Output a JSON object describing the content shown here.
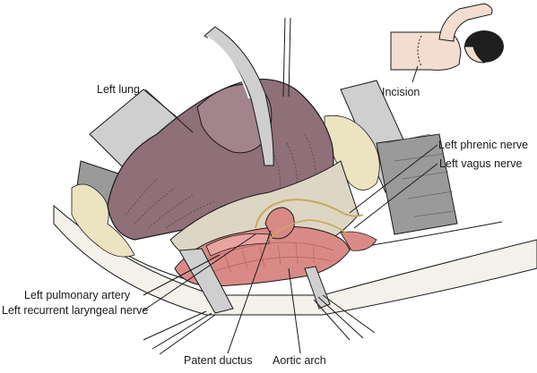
{
  "figure": {
    "labels": {
      "left_lung": "Left lung",
      "incision": "Incision",
      "left_phrenic_nerve": "Left phrenic nerve",
      "left_vagus_nerve": "Left vagus nerve",
      "left_pulmonary_artery": "Left pulmonary artery",
      "left_recurrent_laryngeal_nerve": "Left recurrent laryngeal nerve",
      "patent_ductus": "Patent ductus",
      "aortic_arch": "Aortic arch"
    }
  },
  "colors": {
    "lung": "#8f6f78",
    "lung_dark": "#6e505a",
    "vessel": "#d98a86",
    "vessel_dark": "#b8605c",
    "fat": "#ece3c0",
    "pleura": "#ddd6c4",
    "retractor": "#9a9a9a",
    "retractor_light": "#cfcfcf",
    "skin": "#f2ddd0",
    "hair": "#1e1e1e"
  }
}
